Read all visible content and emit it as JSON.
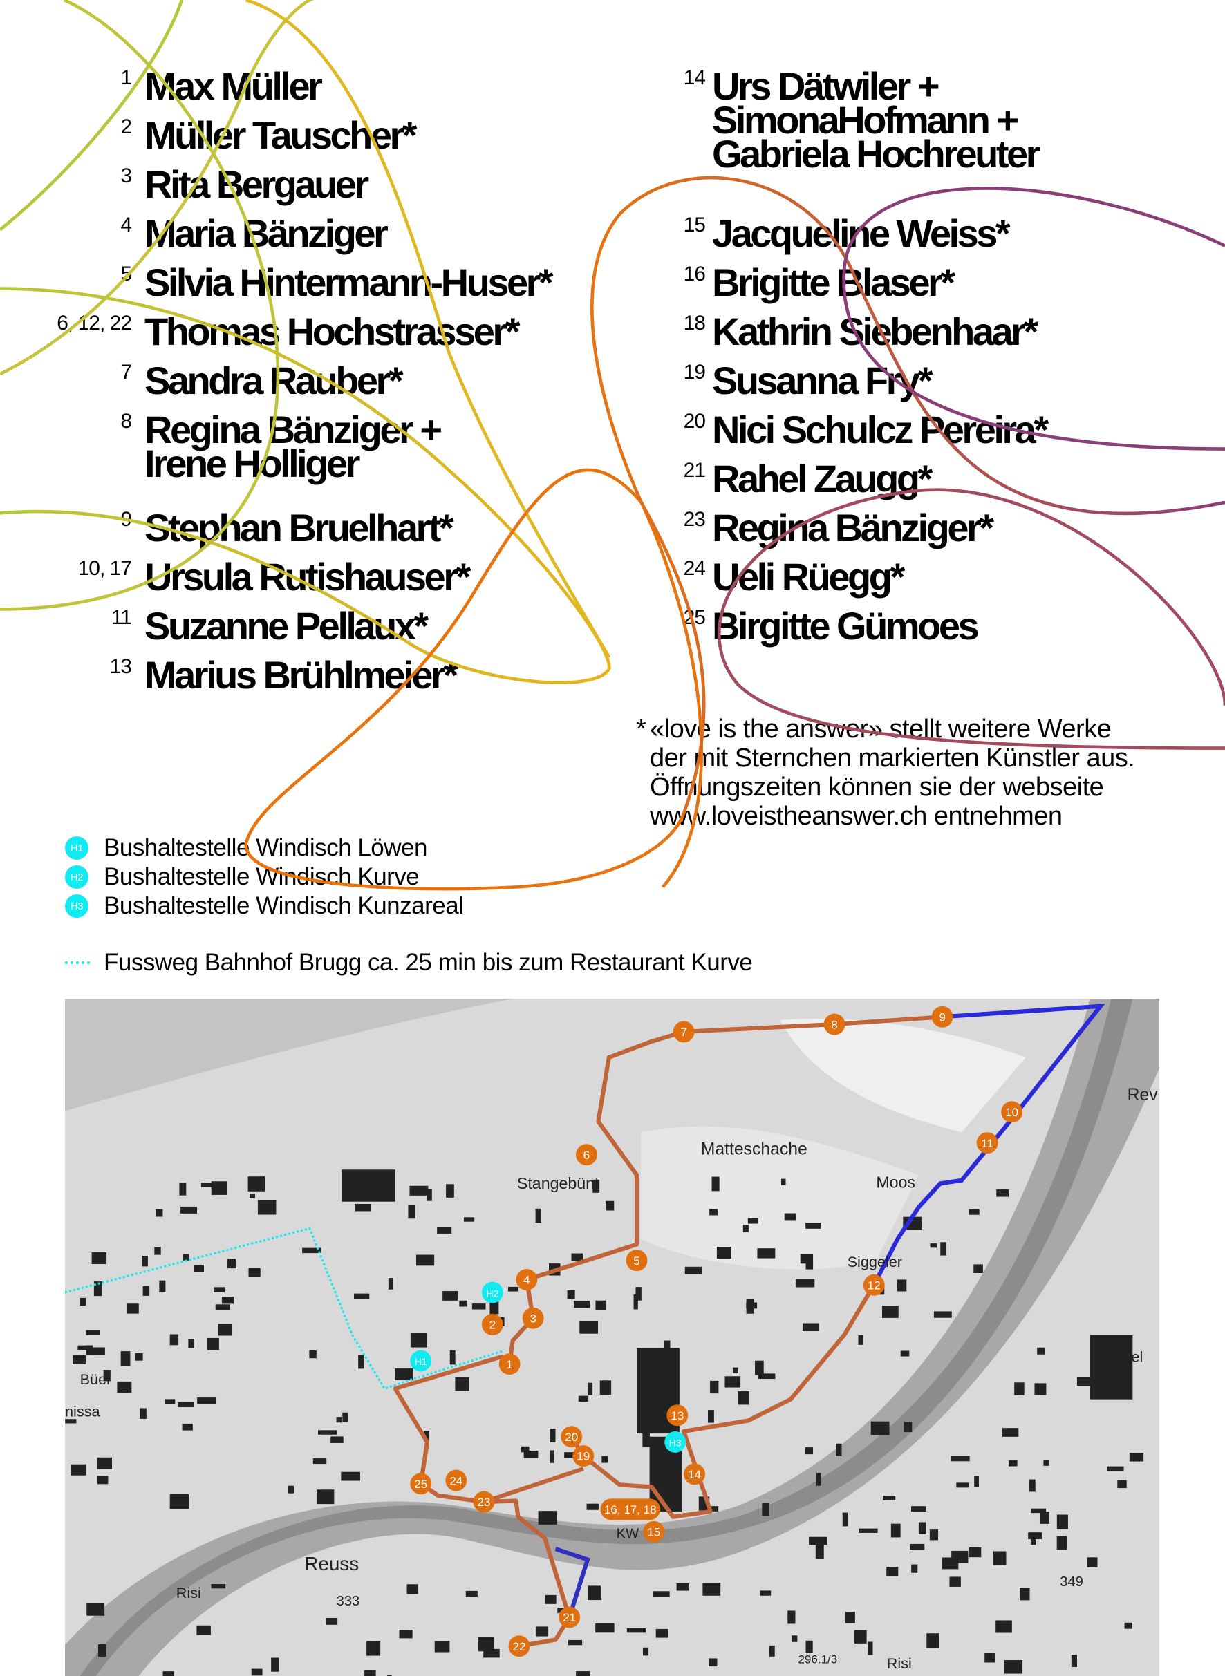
{
  "artists_left": [
    {
      "num": "1",
      "name": "Max Müller"
    },
    {
      "num": "2",
      "name": "Müller Tauscher*"
    },
    {
      "num": "3",
      "name": "Rita Bergauer"
    },
    {
      "num": "4",
      "name": "Maria Bänziger"
    },
    {
      "num": "5",
      "name": "Silvia Hintermann-Huser*"
    },
    {
      "num": "6, 12, 22",
      "name": "Thomas Hochstrasser*"
    },
    {
      "num": "7",
      "name": "Sandra Rauber*"
    },
    {
      "num": "8",
      "name": "Regina Bänziger +",
      "name2": "Irene Holliger"
    },
    {
      "num": "9",
      "name": "Stephan Bruelhart*"
    },
    {
      "num": "10, 17",
      "name": "Ursula Rutishauser*"
    },
    {
      "num": "11",
      "name": "Suzanne Pellaux*"
    },
    {
      "num": "13",
      "name": "Marius Brühlmeier*"
    }
  ],
  "artists_right": [
    {
      "num": "14",
      "name": "Urs Dätwiler +",
      "name2": "SimonaHofmann +",
      "name3": "Gabriela Hochreuter"
    },
    {
      "num": "15",
      "name": "Jacqueline Weiss*"
    },
    {
      "num": "16",
      "name": "Brigitte Blaser*"
    },
    {
      "num": "18",
      "name": "Kathrin Siebenhaar*"
    },
    {
      "num": "19",
      "name": "Susanna Fry*"
    },
    {
      "num": "20",
      "name": "Nici Schulcz Pereira*"
    },
    {
      "num": "21",
      "name": "Rahel Zaugg*"
    },
    {
      "num": "23",
      "name": "Regina Bänziger*"
    },
    {
      "num": "24",
      "name": "Ueli Rüegg*"
    },
    {
      "num": "25",
      "name": "Birgitte Gümoes"
    }
  ],
  "note": {
    "star": "*",
    "line1": "«love is the answer» stellt weitere Werke",
    "line2": "der mit Sternchen markierten Künstler aus.",
    "line3": "Öffnungszeiten können sie der webseite",
    "line4": "www.loveistheanswer.ch entnehmen"
  },
  "legend": {
    "stops": [
      {
        "badge": "H1",
        "label": "Bushaltestelle Windisch Löwen"
      },
      {
        "badge": "H2",
        "label": "Bushaltestelle Windisch Kurve"
      },
      {
        "badge": "H3",
        "label": "Bushaltestelle Windisch Kunzareal"
      }
    ],
    "footpath": "Fussweg Bahnhof Brugg ca. 25 min bis zum Restaurant Kurve"
  },
  "map": {
    "markers": [
      "1",
      "2",
      "3",
      "4",
      "5",
      "6",
      "7",
      "8",
      "9",
      "10",
      "11",
      "12",
      "13",
      "14",
      "15",
      "16, 17, 18",
      "19",
      "20",
      "21",
      "22",
      "23",
      "24",
      "25"
    ],
    "stops": [
      "H1",
      "H2",
      "H3"
    ],
    "labels": [
      "Matteschache",
      "Stangebünt",
      "Moos",
      "Siggeler",
      "Büel",
      "Brüel",
      "Reuss",
      "Risi",
      "nissa",
      "333",
      "349",
      "296.1/3",
      "KW",
      "Risi",
      "Rev"
    ]
  },
  "colors": {
    "orange": "#e8740f",
    "purple": "#8a3e78",
    "blue": "#2a2ad8",
    "cyan": "#11eaf0",
    "green": "#b7c63a",
    "yellow": "#e7b21c"
  }
}
